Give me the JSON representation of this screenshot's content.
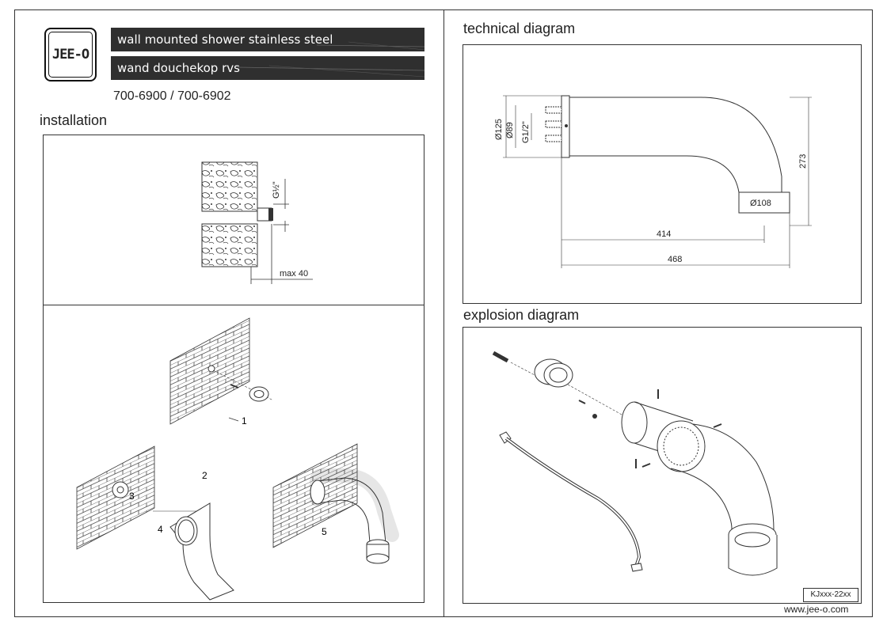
{
  "logo": {
    "text": "JEE-O"
  },
  "header": {
    "title_en": "wall mounted shower stainless steel",
    "title_nl": "wand douchekop rvs",
    "article_numbers": "700-6900 / 700-6902"
  },
  "installation": {
    "title": "installation",
    "thread_label": "G½\"",
    "max_label": "max 40",
    "steps": [
      "1",
      "2",
      "3",
      "4",
      "5"
    ]
  },
  "technical": {
    "title": "technical diagram",
    "dims": {
      "d125": "Ø125",
      "d89": "Ø89",
      "thread": "G1/2\"",
      "height": "273",
      "d108": "Ø108",
      "len414": "414",
      "len468": "468"
    }
  },
  "explosion": {
    "title": "explosion diagram"
  },
  "footer": {
    "code": "KJxxx-22xx",
    "website": "www.jee-o.com"
  }
}
